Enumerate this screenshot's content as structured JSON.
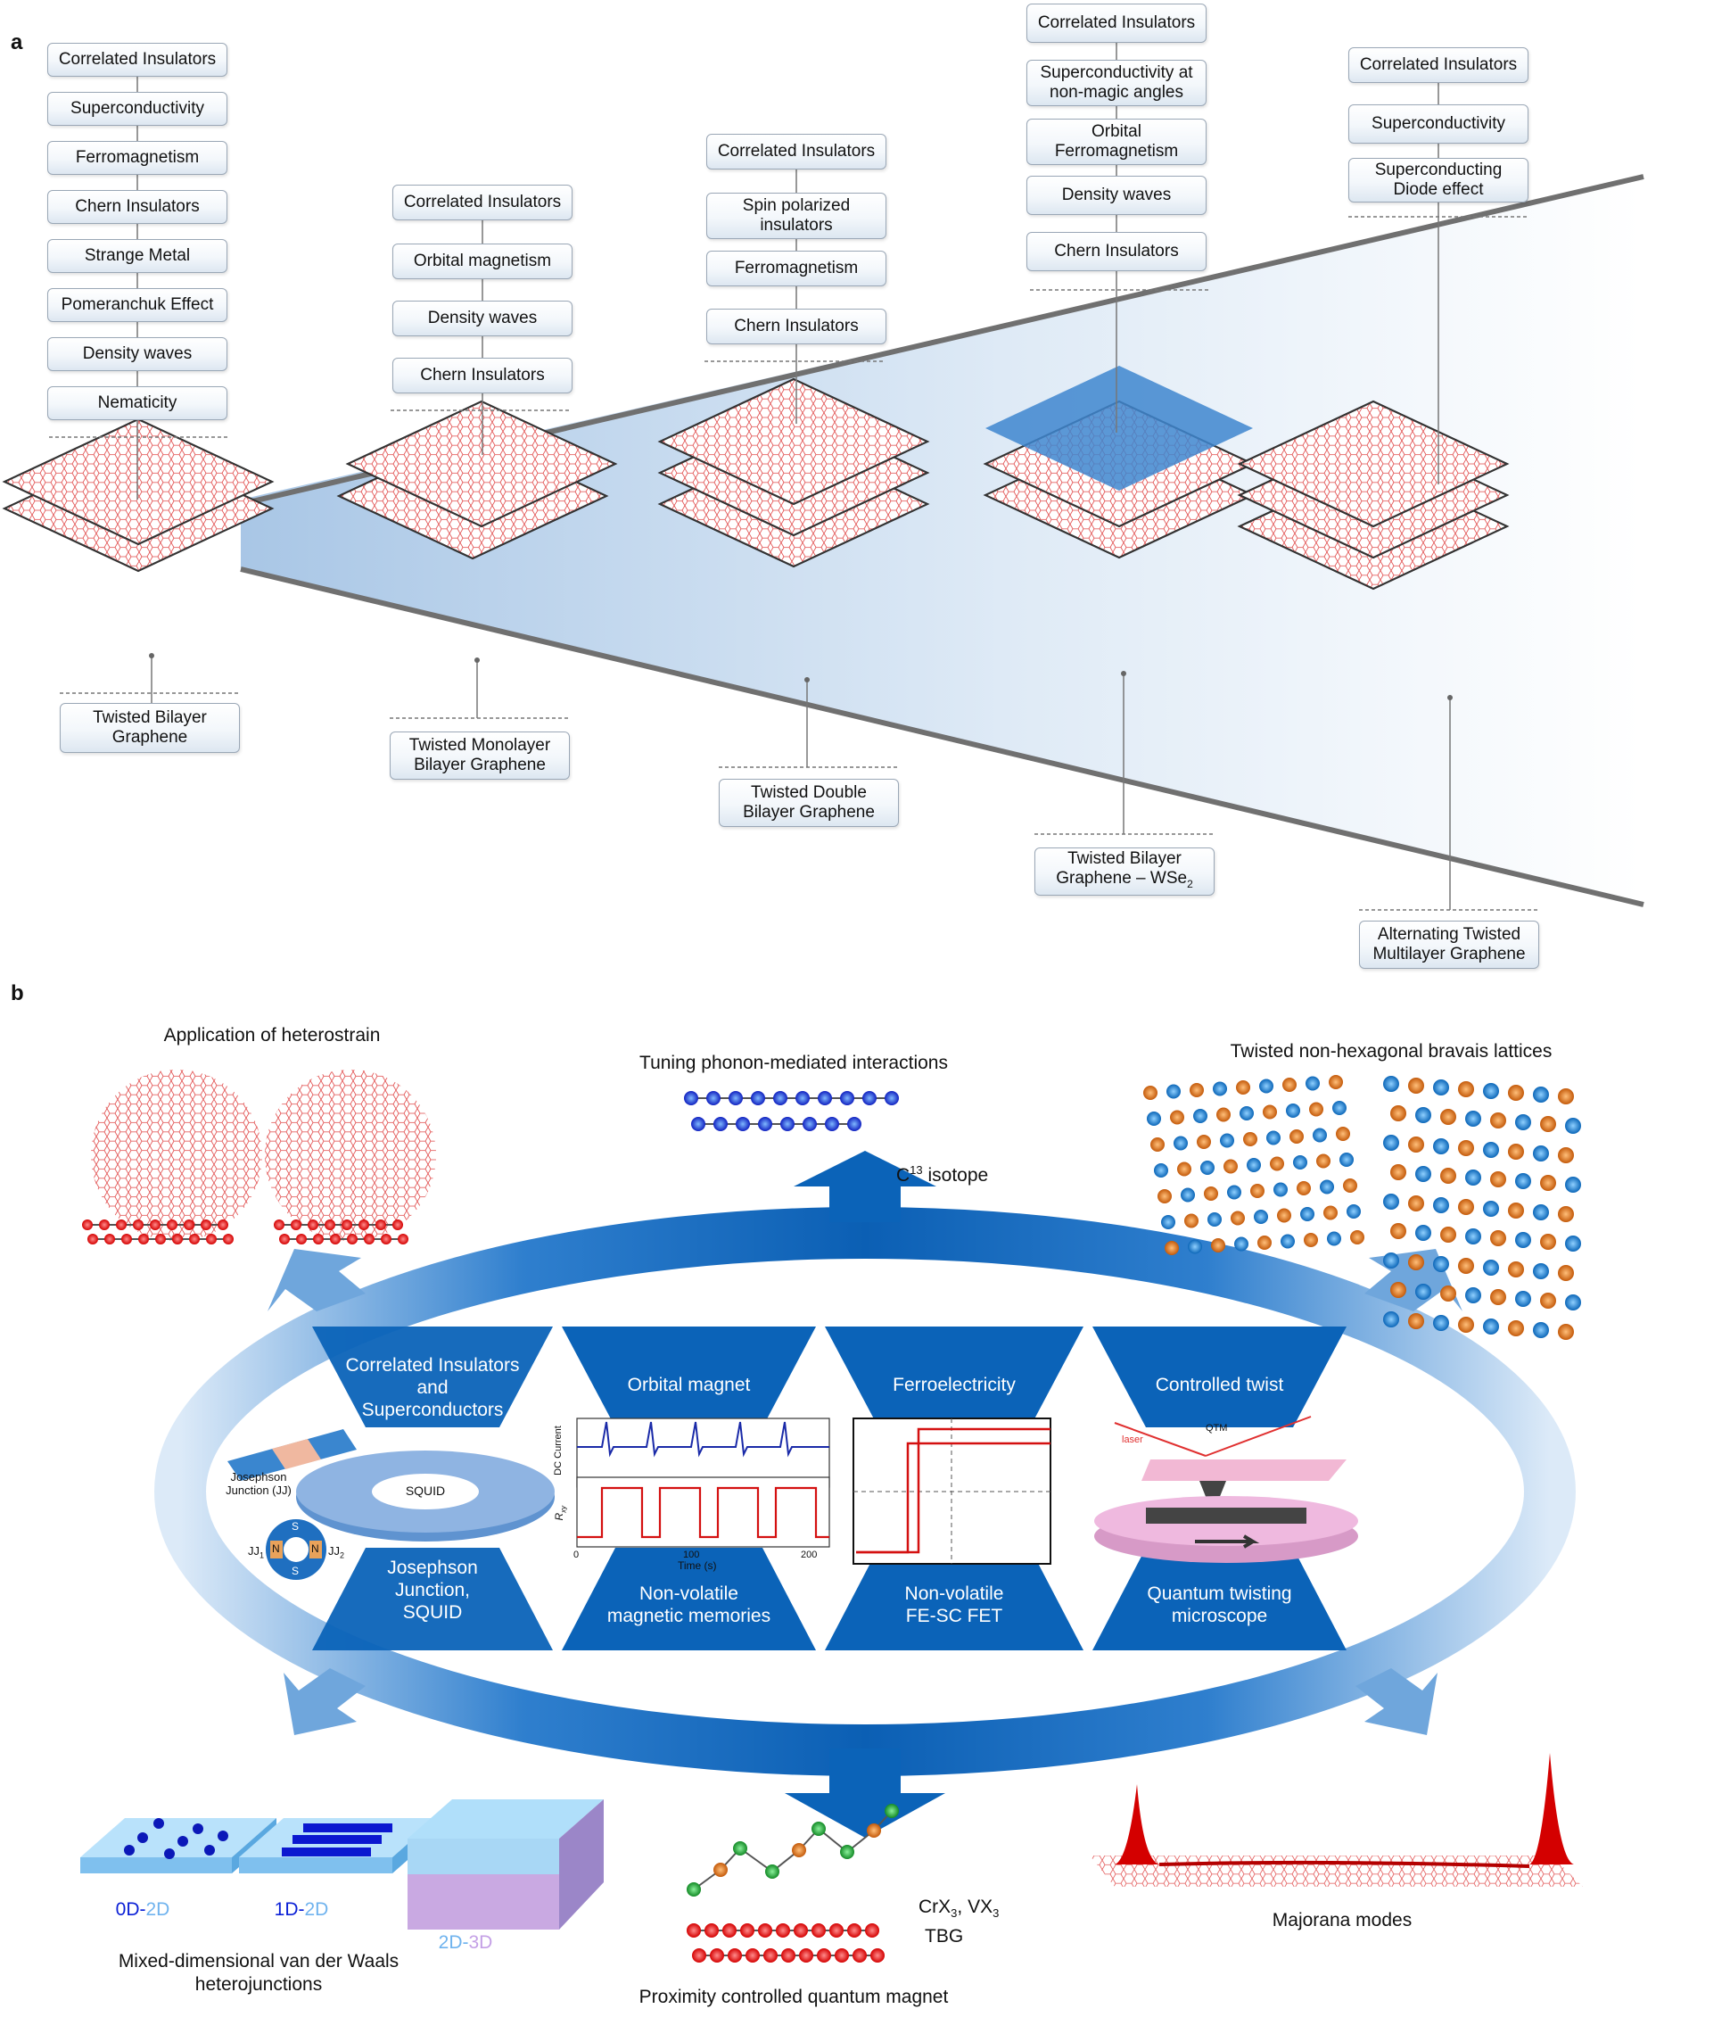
{
  "panel_a": {
    "letter": "a",
    "stacks": [
      {
        "properties": [
          "Correlated Insulators",
          "Superconductivity",
          "Ferromagnetism",
          "Chern Insulators",
          "Strange Metal",
          "Pomeranchuk Effect",
          "Density waves",
          "Nematicity"
        ],
        "name": "Twisted Bilayer\nGraphene"
      },
      {
        "properties": [
          "Correlated Insulators",
          "Orbital magnetism",
          "Density waves",
          "Chern Insulators"
        ],
        "name": "Twisted Monolayer\nBilayer Graphene"
      },
      {
        "properties": [
          "Correlated Insulators",
          "Spin polarized\ninsulators",
          "Ferromagnetism",
          "Chern Insulators"
        ],
        "name": "Twisted Double\nBilayer Graphene"
      },
      {
        "properties": [
          "Correlated Insulators",
          "Superconductivity at\nnon-magic angles",
          "Orbital\nFerromagnetism",
          "Density waves",
          "Chern Insulators"
        ],
        "name_main": "Twisted Bilayer\nGraphene – WSe",
        "name_sub": "2"
      },
      {
        "properties": [
          "Correlated Insulators",
          "Superconductivity",
          "Superconducting\nDiode effect"
        ],
        "name": "Alternating Twisted\nMultilayer Graphene"
      }
    ]
  },
  "panel_b": {
    "letter": "b",
    "heterostrain": "Application of heterostrain",
    "phonon": "Tuning phonon-mediated interactions",
    "isotope_main": "C",
    "isotope_sup": "13",
    "isotope_rest": " isotope",
    "bravais": "Twisted non-hexagonal bravais lattices",
    "top_hex": [
      "Correlated Insulators\nand\nSuperconductors",
      "Orbital magnet",
      "Ferroelectricity",
      "Controlled twist"
    ],
    "bottom_hex": [
      "Josephson\nJunction,\nSQUID",
      "Non-volatile\nmagnetic memories",
      "Non-volatile\nFE-SC FET",
      "Quantum twisting\nmicroscope"
    ],
    "jj_label": "Josephson\nJunction (JJ)",
    "squid": "SQUID",
    "jj1": "JJ",
    "jj1_sub": "1",
    "jj2": "JJ",
    "jj2_sub": "2",
    "n_letter": "N",
    "s_letter": "S",
    "plot": {
      "y_top": "DC Current",
      "y_bottom": "R",
      "y_bottom_sub": "xy",
      "x_label": "Time (s)",
      "x_ticks": [
        "0",
        "100",
        "200"
      ]
    },
    "qtm": "QTM",
    "laser": "laser",
    "dims": [
      {
        "a": "0D",
        "b": "2D"
      },
      {
        "a": "1D",
        "b": "2D"
      },
      {
        "a": "2D",
        "b": "3D"
      }
    ],
    "dash": "-",
    "mixed": "Mixed-dimensional van der Waals\nheterojunctions",
    "crx_main": "CrX",
    "crx_sub": "3",
    "vx_main": ", VX",
    "vx_sub": "3",
    "tbg": "TBG",
    "proximity": "Proximity controlled quantum magnet",
    "majorana": "Majorana modes"
  },
  "colors": {
    "blue_arrow": "#0b63b8",
    "red": "#e02020",
    "orange": "#d9781f",
    "atom_blue": "#1d7fd1",
    "green": "#22a83a"
  }
}
